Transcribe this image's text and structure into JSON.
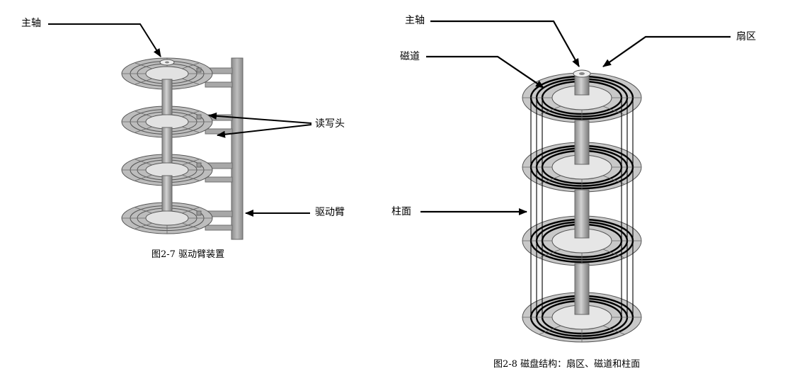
{
  "fig7": {
    "label_spindle": "主轴",
    "label_heads": "读写头",
    "label_arm": "驱动臂",
    "caption": "图2-7 驱动臂装置"
  },
  "fig8": {
    "label_spindle": "主轴",
    "label_track": "磁道",
    "label_sector": "扇区",
    "label_cylinder": "柱面",
    "caption": "图2-8 磁盘结构：扇区、磁道和柱面"
  }
}
